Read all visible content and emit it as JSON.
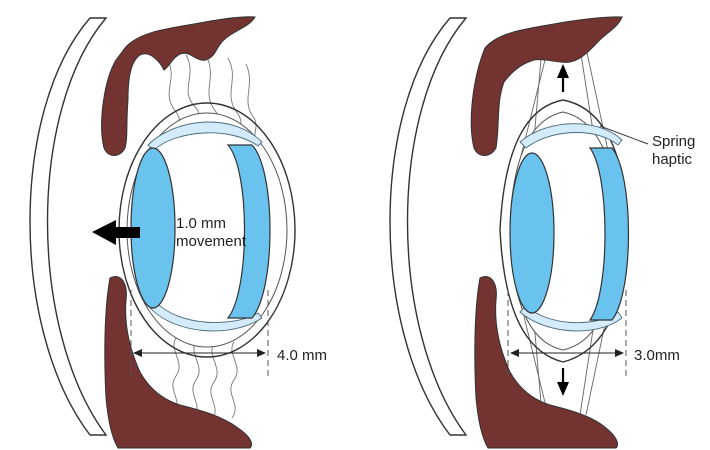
{
  "left_panel": {
    "movement_line1": "1.0 mm",
    "movement_line2": "movement",
    "width_label": "4.0 mm"
  },
  "right_panel": {
    "haptic_line1": "Spring",
    "haptic_line2": "haptic",
    "width_label": "3.0mm"
  },
  "colors": {
    "iris": "#733331",
    "lens": "#6ac3ee",
    "lens_light": "#d3ebfa",
    "outline": "#3a3a3a"
  }
}
